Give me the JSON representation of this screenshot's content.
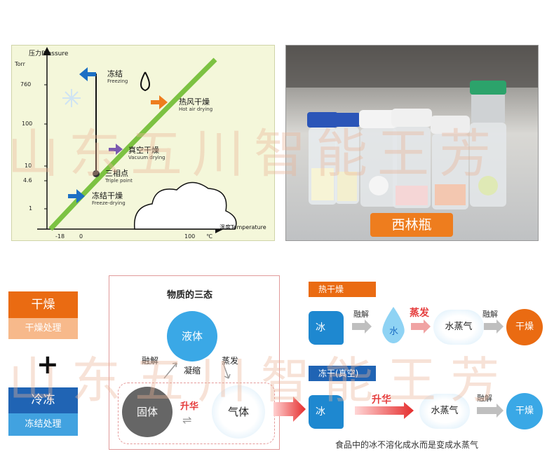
{
  "phase_diagram": {
    "y_axis_label": "压力Pressure",
    "y_unit": "Torr",
    "y_ticks": [
      "760",
      "100",
      "10",
      "4.6",
      "1"
    ],
    "x_axis_label": "温度Temperature",
    "x_ticks": [
      "-18",
      "0",
      "100",
      "℃"
    ],
    "labels": {
      "freezing_cn": "冻结",
      "freezing_en": "Freezing",
      "hot_air_cn": "热风干燥",
      "hot_air_en": "Hot air drying",
      "vacuum_cn": "真空干燥",
      "vacuum_en": "Vacuum drying",
      "triple_cn": "三相点",
      "triple_en": "Triple point",
      "freeze_dry_cn": "冻结干燥",
      "freeze_dry_en": "Freeze-drying"
    },
    "colors": {
      "curve": "#7cc242",
      "arrow_blue": "#1c6fc4",
      "arrow_orange": "#ee7d1e"
    }
  },
  "photo": {
    "caption": "西林瓶"
  },
  "left_boxes": {
    "drying": "干燥",
    "drying_process": "干燥处理",
    "plus": "+",
    "freezing": "冷冻",
    "freezing_process": "冻结处理"
  },
  "states": {
    "title": "物质的三态",
    "liquid": "液体",
    "solid": "固体",
    "gas": "气体",
    "melt": "融解",
    "condense": "凝缩",
    "evaporate": "蒸发",
    "sublimate": "升华"
  },
  "hot_dry": {
    "tag": "热干燥",
    "ice": "冰",
    "melt": "融解",
    "water": "水",
    "evaporate": "蒸发",
    "vapor": "水蒸气",
    "melt2": "融解",
    "dry": "干燥"
  },
  "freeze_dry": {
    "tag": "冻干(真空)",
    "ice": "冰",
    "sublimate": "升华",
    "vapor": "水蒸气",
    "melt": "融解",
    "dry": "干燥"
  },
  "footnote": "食品中的冰不溶化成水而是变成水蒸气",
  "watermark": "山东五川智能王芳"
}
